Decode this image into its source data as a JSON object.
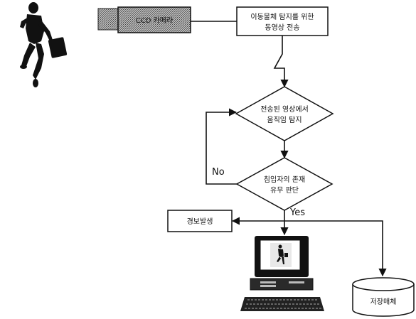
{
  "camera": {
    "label": "CCD 카메라"
  },
  "nodes": {
    "transmit": {
      "line1": "이동물체 탐지를 위한",
      "line2": "동영상 전송"
    },
    "detect": {
      "line1": "전송된 영상에서",
      "line2": "움직임 탐지"
    },
    "decide": {
      "line1": "침입자의 존재",
      "line2": "유무 판단"
    },
    "alarm": {
      "label": "경보발생"
    },
    "storage": {
      "label": "저장매체"
    }
  },
  "edges": {
    "no_label": "No",
    "yes_label": "Yes"
  },
  "icons": {
    "intruder": "running-man-with-briefcase",
    "computer": "desktop-computer",
    "camera": "ccd-camera"
  }
}
